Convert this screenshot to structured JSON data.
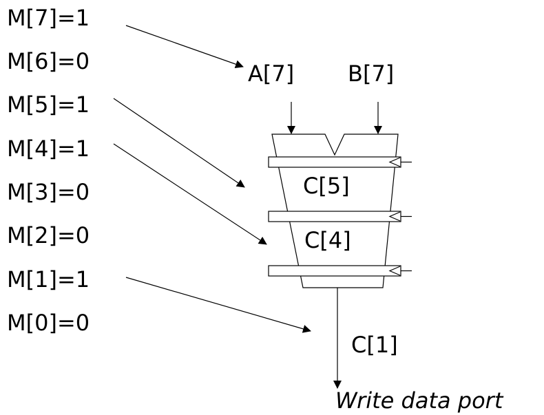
{
  "mask_bits": {
    "m7": "M[7]=1",
    "m6": "M[6]=0",
    "m5": "M[5]=1",
    "m4": "M[4]=1",
    "m3": "M[3]=0",
    "m2": "M[2]=0",
    "m1": "M[1]=1",
    "m0": "M[0]=0"
  },
  "inputs": {
    "a": "A[7]",
    "b": "B[7]"
  },
  "stages": {
    "c5": "C[5]",
    "c4": "C[4]",
    "c1": "C[1]"
  },
  "output": {
    "port": "Write data port"
  },
  "colors": {
    "line": "#000000",
    "background": "#ffffff"
  }
}
